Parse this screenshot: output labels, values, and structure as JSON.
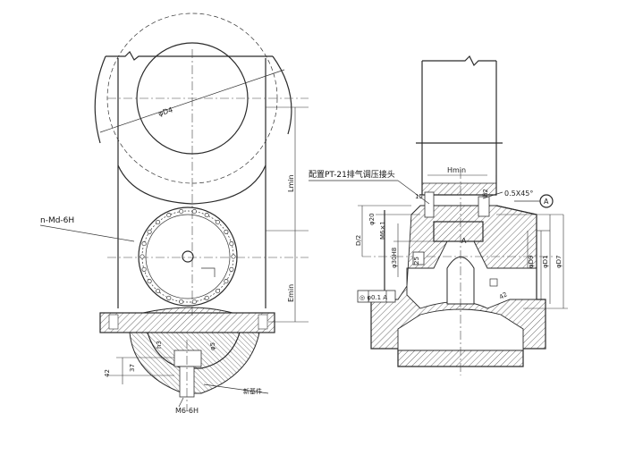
{
  "left_view": {
    "outer_diameter_label": "φD4",
    "length_label": "Lmin",
    "height_label": "Emin",
    "thread_callout": "n-Md-6H",
    "bottom_thread_callout": "M6-6H",
    "dim_h3": "h3",
    "dim_phi5": "φ5",
    "dim_37": "37",
    "dim_42": "42",
    "connector_note": "新基件"
  },
  "right_view": {
    "pt_note": "配置PT-21排气调压接头",
    "height_label": "Hmin",
    "chamfer": "0.5X45°",
    "datum_letter": "A",
    "section_letter": "A",
    "dim_d2": "D/2",
    "dim_phi20": "φ20",
    "dim_m6": "M6×1",
    "dim_15": "15",
    "dim_h2": "h2",
    "dim_25": "25",
    "dim_phi30": "φ30H8",
    "dim_phid9": "φD9",
    "dim_phid1": "φD1",
    "dim_phid7": "φD7",
    "tolerance_frame": "◎ φ0.1 A",
    "dim_42": "42"
  }
}
